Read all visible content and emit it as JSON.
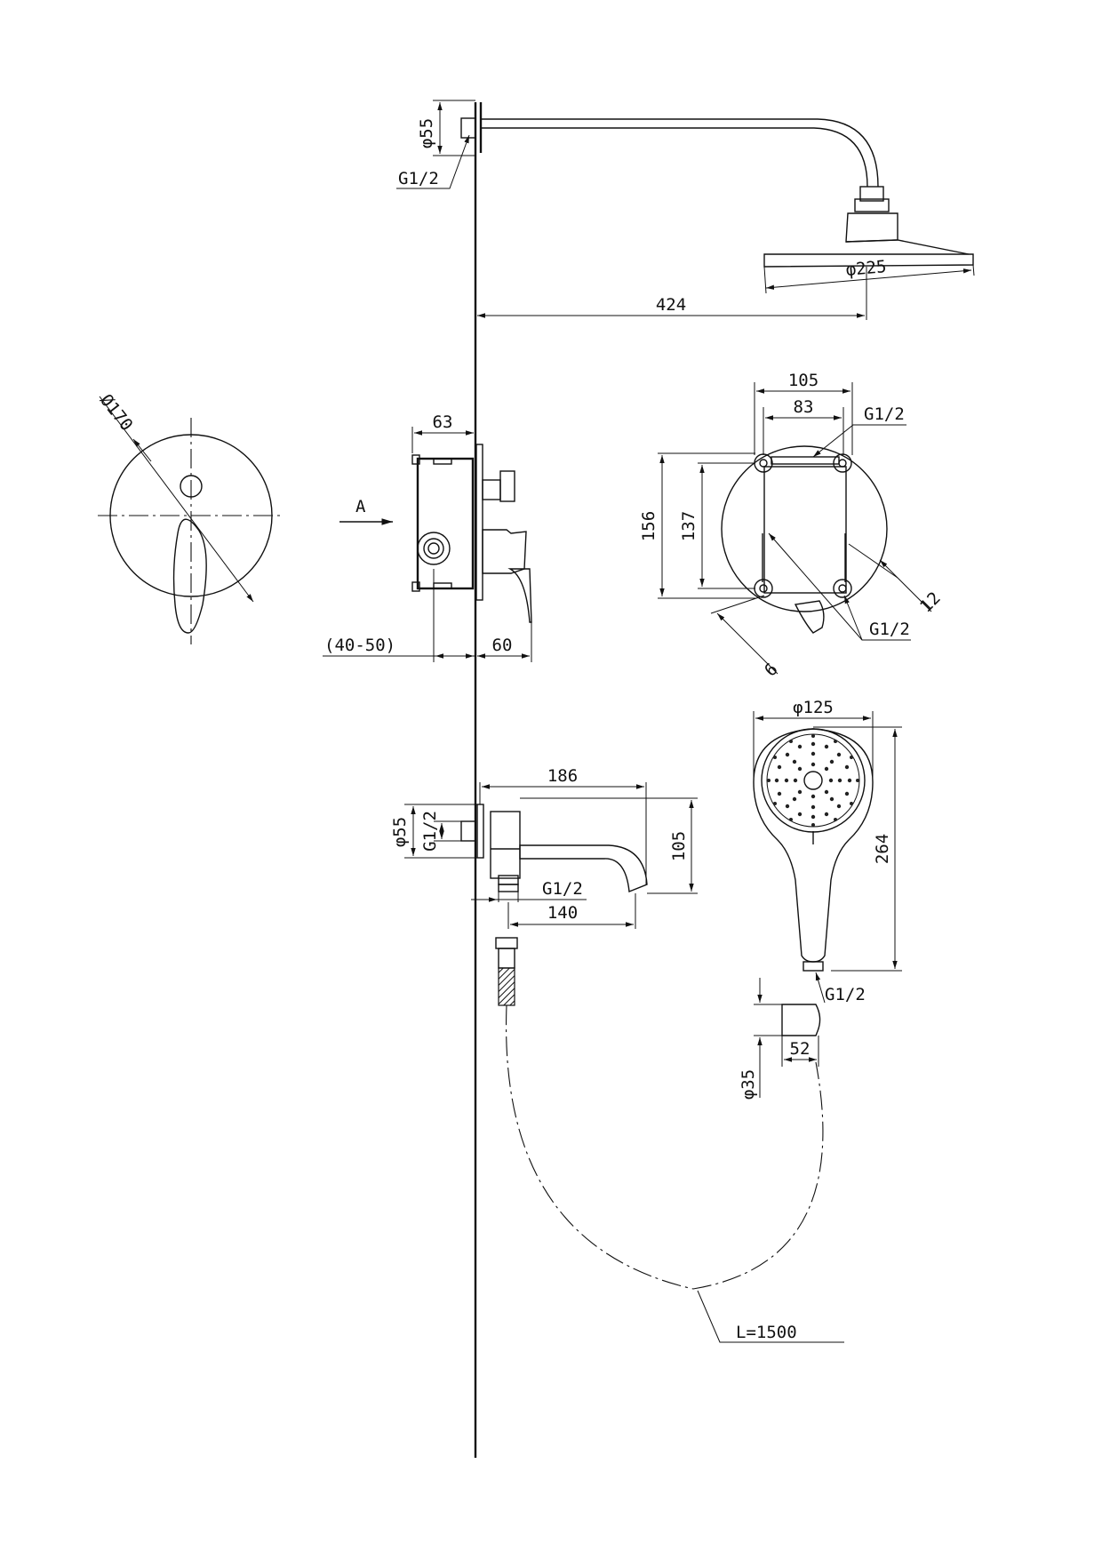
{
  "labels": {
    "showerhead_pipe_dia": "φ55",
    "showerhead_thread": "G1/2",
    "showerhead_dia": "φ225",
    "arm_length": "424",
    "plate_dia": "Ø170",
    "view_a": "A",
    "box_depth": "63",
    "wall_range": "(40-50)",
    "handle_projection": "60",
    "box_outer_width": "105",
    "box_inner_width": "83",
    "box_top_thread": "G1/2",
    "box_outer_height": "156",
    "box_inner_height": "137",
    "box_bottom_thread": "G1/2",
    "box_offset_12": "12",
    "box_offset_6": "6",
    "spout_length": "186",
    "spout_flange_dia": "φ55",
    "spout_flange_thread": "G1/2",
    "spout_height": "105",
    "spout_outlet_thread": "G1/2",
    "spout_reach": "140",
    "handshower_dia": "φ125",
    "handshower_length": "264",
    "handshower_thread": "G1/2",
    "holder_dia": "φ35",
    "holder_length": "52",
    "hose_length": "L=1500"
  }
}
